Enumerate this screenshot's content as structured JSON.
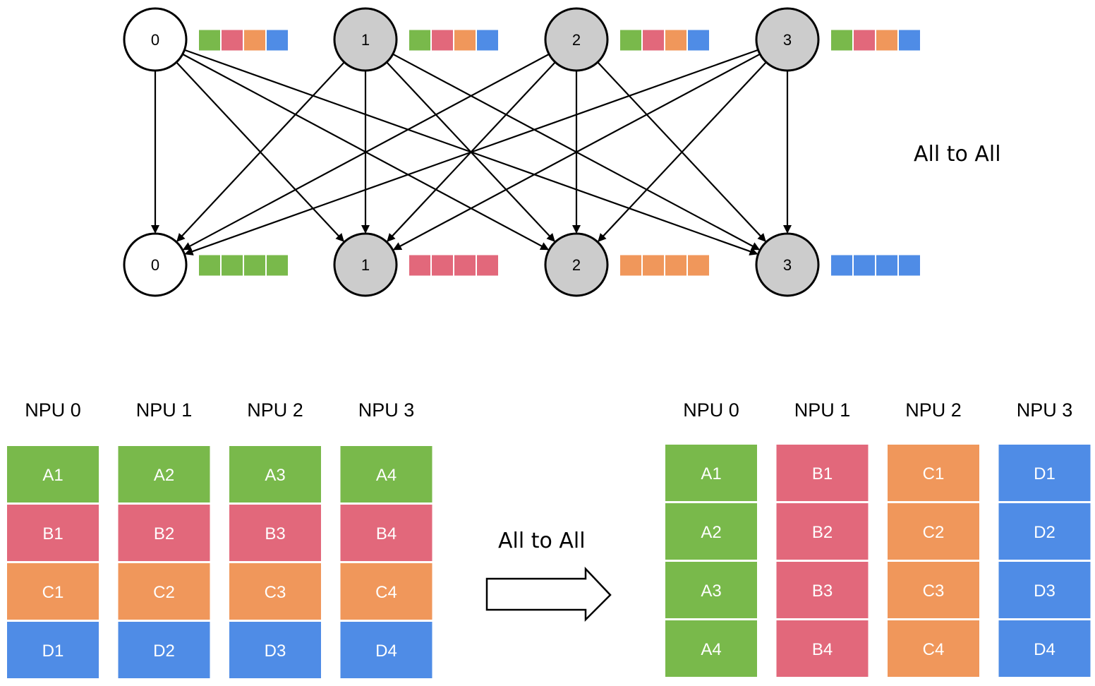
{
  "colors": {
    "A": "#79b94b",
    "B": "#e2687b",
    "C": "#f0975b",
    "D": "#4f8ce6",
    "gray_node": "#cccccc",
    "white_node": "#ffffff"
  },
  "graph": {
    "title": "All to All",
    "top_nodes": [
      {
        "label": "0",
        "fill": "white",
        "chunks": [
          "A",
          "B",
          "C",
          "D"
        ]
      },
      {
        "label": "1",
        "fill": "gray",
        "chunks": [
          "A",
          "B",
          "C",
          "D"
        ]
      },
      {
        "label": "2",
        "fill": "gray",
        "chunks": [
          "A",
          "B",
          "C",
          "D"
        ]
      },
      {
        "label": "3",
        "fill": "gray",
        "chunks": [
          "A",
          "B",
          "C",
          "D"
        ]
      }
    ],
    "bottom_nodes": [
      {
        "label": "0",
        "fill": "white",
        "chunks": [
          "A",
          "A",
          "A",
          "A"
        ]
      },
      {
        "label": "1",
        "fill": "gray",
        "chunks": [
          "B",
          "B",
          "B",
          "B"
        ]
      },
      {
        "label": "2",
        "fill": "gray",
        "chunks": [
          "C",
          "C",
          "C",
          "C"
        ]
      },
      {
        "label": "3",
        "fill": "gray",
        "chunks": [
          "D",
          "D",
          "D",
          "D"
        ]
      }
    ]
  },
  "transform": {
    "arrow_label": "All to All",
    "before": [
      {
        "header": "NPU 0",
        "cells": [
          {
            "text": "A1",
            "group": "A"
          },
          {
            "text": "B1",
            "group": "B"
          },
          {
            "text": "C1",
            "group": "C"
          },
          {
            "text": "D1",
            "group": "D"
          }
        ]
      },
      {
        "header": "NPU 1",
        "cells": [
          {
            "text": "A2",
            "group": "A"
          },
          {
            "text": "B2",
            "group": "B"
          },
          {
            "text": "C2",
            "group": "C"
          },
          {
            "text": "D2",
            "group": "D"
          }
        ]
      },
      {
        "header": "NPU 2",
        "cells": [
          {
            "text": "A3",
            "group": "A"
          },
          {
            "text": "B3",
            "group": "B"
          },
          {
            "text": "C3",
            "group": "C"
          },
          {
            "text": "D3",
            "group": "D"
          }
        ]
      },
      {
        "header": "NPU 3",
        "cells": [
          {
            "text": "A4",
            "group": "A"
          },
          {
            "text": "B4",
            "group": "B"
          },
          {
            "text": "C4",
            "group": "C"
          },
          {
            "text": "D4",
            "group": "D"
          }
        ]
      }
    ],
    "after": [
      {
        "header": "NPU 0",
        "cells": [
          {
            "text": "A1",
            "group": "A"
          },
          {
            "text": "A2",
            "group": "A"
          },
          {
            "text": "A3",
            "group": "A"
          },
          {
            "text": "A4",
            "group": "A"
          }
        ]
      },
      {
        "header": "NPU 1",
        "cells": [
          {
            "text": "B1",
            "group": "B"
          },
          {
            "text": "B2",
            "group": "B"
          },
          {
            "text": "B3",
            "group": "B"
          },
          {
            "text": "B4",
            "group": "B"
          }
        ]
      },
      {
        "header": "NPU 2",
        "cells": [
          {
            "text": "C1",
            "group": "C"
          },
          {
            "text": "C2",
            "group": "C"
          },
          {
            "text": "C3",
            "group": "C"
          },
          {
            "text": "C4",
            "group": "C"
          }
        ]
      },
      {
        "header": "NPU 3",
        "cells": [
          {
            "text": "D1",
            "group": "D"
          },
          {
            "text": "D2",
            "group": "D"
          },
          {
            "text": "D3",
            "group": "D"
          },
          {
            "text": "D4",
            "group": "D"
          }
        ]
      }
    ]
  }
}
